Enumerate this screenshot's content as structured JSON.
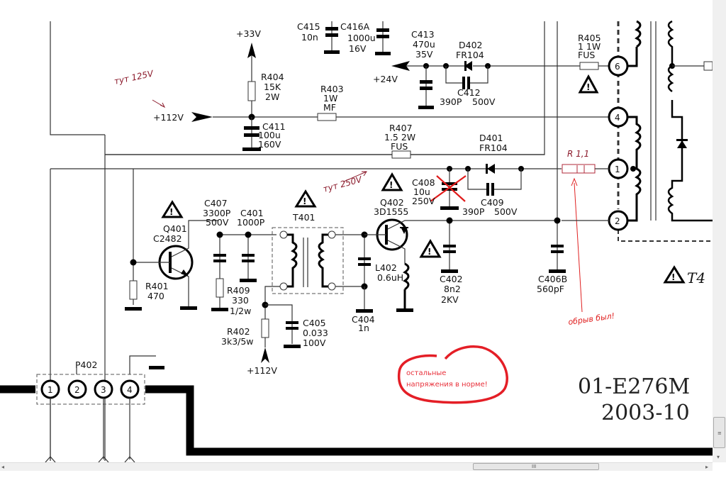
{
  "schematic": {
    "title_block": {
      "line1": "01-E276M",
      "line2": "2003-10"
    },
    "rails": {
      "v33": "+33V",
      "v112_left": "+112V",
      "v24": "+24V",
      "v112_bottom": "+112V"
    },
    "components": {
      "C415": {
        "ref": "C415",
        "value": "10n"
      },
      "C416A": {
        "ref": "C416A",
        "value": "1000u",
        "rating": "16V"
      },
      "C413": {
        "ref": "C413",
        "value": "470u",
        "rating": "35V"
      },
      "D402": {
        "ref": "D402",
        "part": "FR104"
      },
      "R405": {
        "ref": "R405",
        "value": "1 1W",
        "type": "FUS"
      },
      "R404": {
        "ref": "R404",
        "value": "15K",
        "rating": "2W"
      },
      "R403": {
        "ref": "R403",
        "value": "1W",
        "type": "MF"
      },
      "C412": {
        "ref": "C412",
        "value": "390P",
        "rating": "500V"
      },
      "C411": {
        "ref": "C411",
        "value": "100u",
        "rating": "160V"
      },
      "R407": {
        "ref": "R407",
        "value": "1.5 2W",
        "type": "FUS"
      },
      "D401": {
        "ref": "D401",
        "part": "FR104"
      },
      "C408": {
        "ref": "C408",
        "value": "10u",
        "rating": "250V"
      },
      "C409": {
        "ref": "C409",
        "value": "390P",
        "rating": "500V"
      },
      "Q402": {
        "ref": "Q402",
        "part": "3D1555"
      },
      "Q401": {
        "ref": "Q401",
        "part": "C2482"
      },
      "C407": {
        "ref": "C407",
        "value": "3300P",
        "rating": "500V"
      },
      "C401": {
        "ref": "C401",
        "value": "1000P"
      },
      "T401": {
        "ref": "T401"
      },
      "R401": {
        "ref": "R401",
        "value": "470"
      },
      "R409": {
        "ref": "R409",
        "value": "330",
        "rating": "1/2w"
      },
      "R402": {
        "ref": "R402",
        "value": "3k3/5w"
      },
      "C405": {
        "ref": "C405",
        "value": "0.033",
        "rating": "100V"
      },
      "C404": {
        "ref": "C404",
        "value": "1n"
      },
      "L402": {
        "ref": "L402",
        "value": "0.6uH"
      },
      "C402": {
        "ref": "C402",
        "value": "8n2",
        "rating": "2KV"
      },
      "C406B": {
        "ref": "C406B",
        "value": "560pF"
      },
      "P402": {
        "ref": "P402",
        "pins": [
          "1",
          "2",
          "3",
          "4"
        ]
      },
      "T4xx": {
        "ref": "T4"
      }
    },
    "transformer_pins": [
      "6",
      "4",
      "1",
      "2"
    ],
    "annotations": {
      "here_125v": "тут 125V",
      "here_250v": "тут 250V",
      "r_value": "R 1,1",
      "open_circuit": "обрыв был!",
      "others_ok": "остальные напряжения в норме!",
      "others_ok_line1": "остальные",
      "others_ok_line2": "напряжения в норме!"
    }
  },
  "scrollbars": {
    "vertical_grip": "≡",
    "horizontal_grip": "III"
  }
}
